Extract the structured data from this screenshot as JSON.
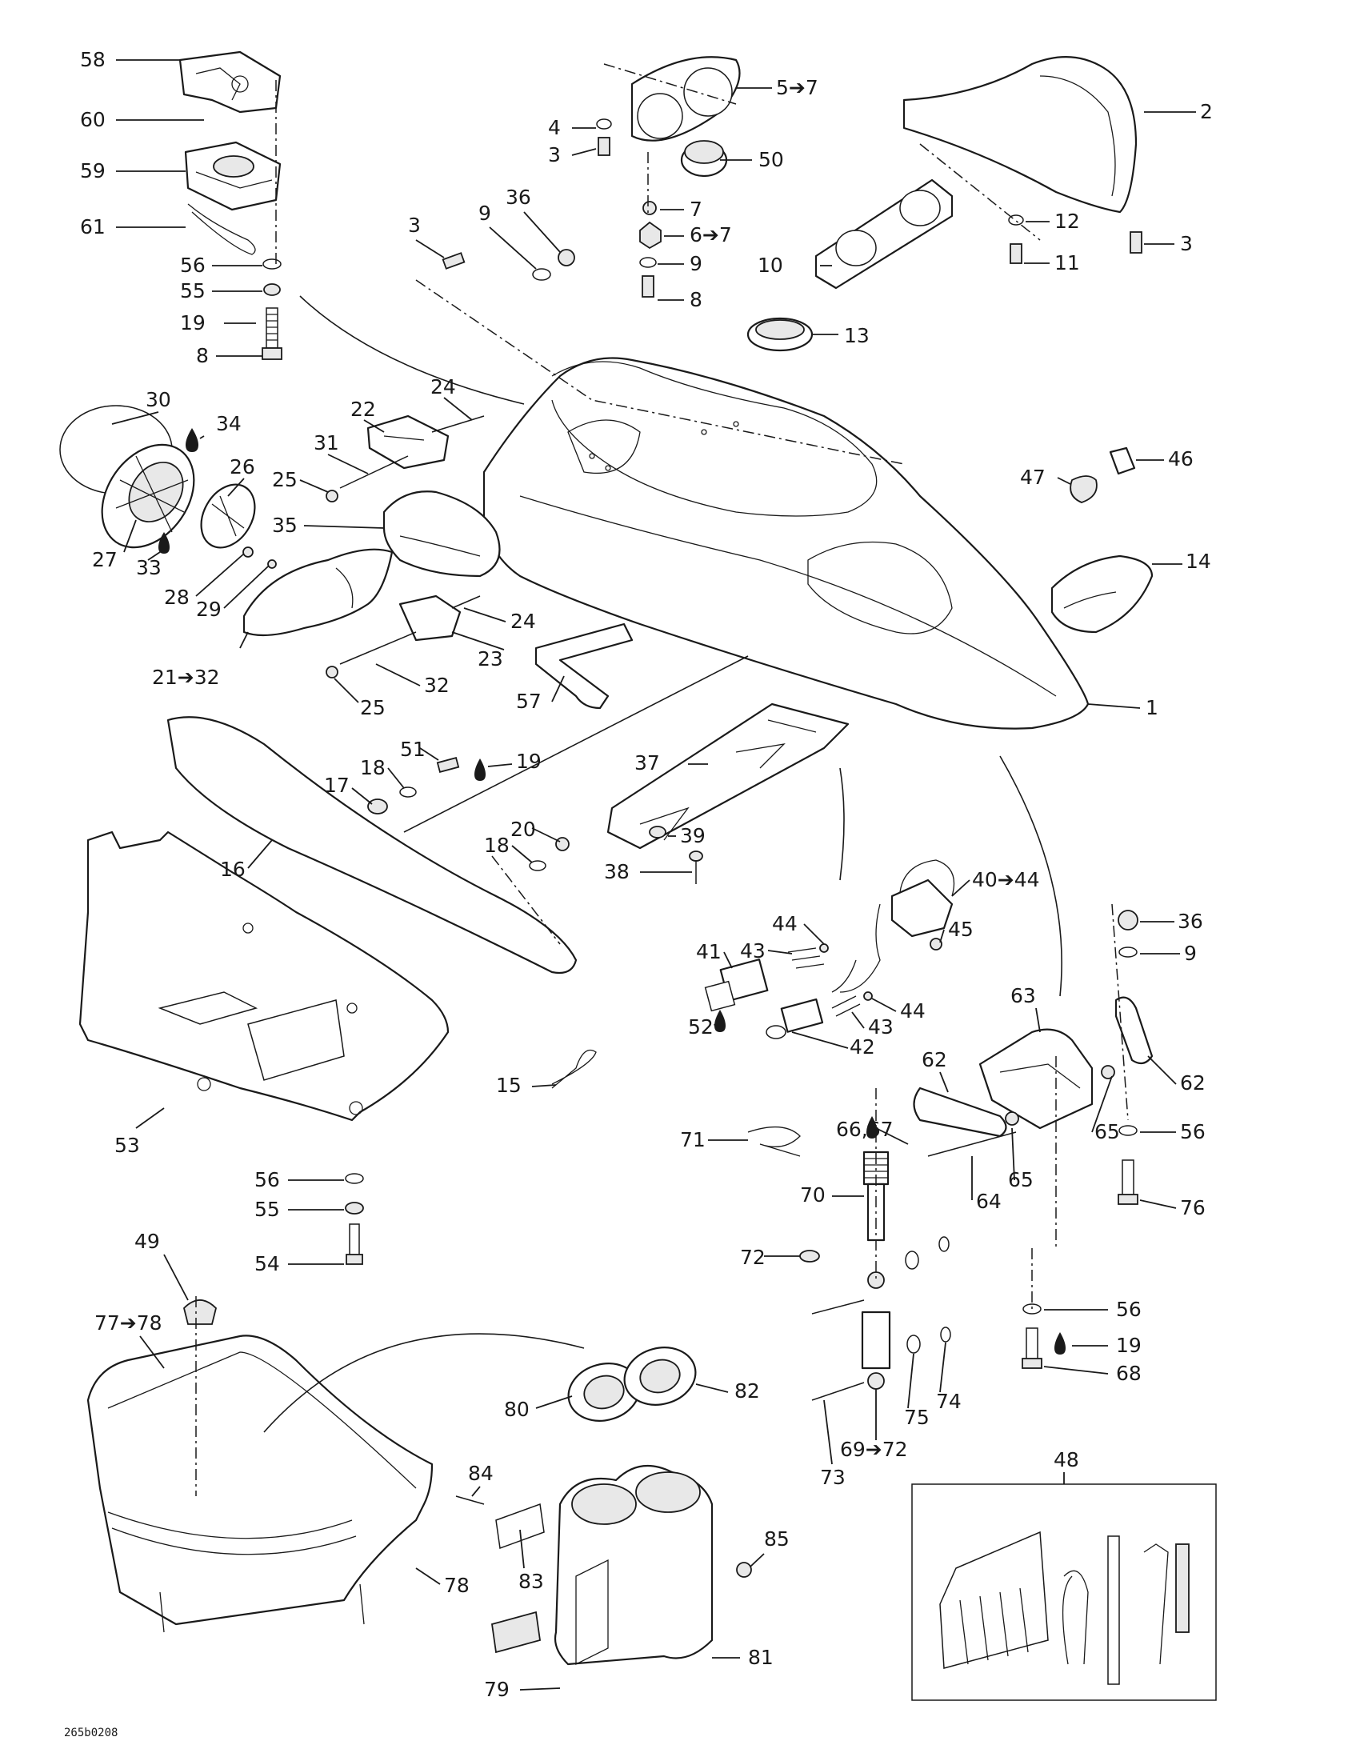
{
  "drawing_code": "265b0208",
  "callouts": [
    {
      "id": "c58",
      "text": "58"
    },
    {
      "id": "c60",
      "text": "60"
    },
    {
      "id": "c59",
      "text": "59"
    },
    {
      "id": "c61",
      "text": "61"
    },
    {
      "id": "c56a",
      "text": "56"
    },
    {
      "id": "c55a",
      "text": "55"
    },
    {
      "id": "c19a",
      "text": "19"
    },
    {
      "id": "c8a",
      "text": "8"
    },
    {
      "id": "c5to7",
      "text": "5➔7"
    },
    {
      "id": "c4",
      "text": "4"
    },
    {
      "id": "c3a",
      "text": "3"
    },
    {
      "id": "c50",
      "text": "50"
    },
    {
      "id": "c7",
      "text": "7"
    },
    {
      "id": "c6to7",
      "text": "6➔7"
    },
    {
      "id": "c9a",
      "text": "9"
    },
    {
      "id": "c8b",
      "text": "8"
    },
    {
      "id": "c10",
      "text": "10"
    },
    {
      "id": "c2",
      "text": "2"
    },
    {
      "id": "c12",
      "text": "12"
    },
    {
      "id": "c11",
      "text": "11"
    },
    {
      "id": "c3b",
      "text": "3"
    },
    {
      "id": "c3c",
      "text": "3"
    },
    {
      "id": "c9b",
      "text": "9"
    },
    {
      "id": "c36a",
      "text": "36"
    },
    {
      "id": "c13",
      "text": "13"
    },
    {
      "id": "c30",
      "text": "30"
    },
    {
      "id": "c34",
      "text": "34"
    },
    {
      "id": "c22",
      "text": "22"
    },
    {
      "id": "c24a",
      "text": "24"
    },
    {
      "id": "c31",
      "text": "31"
    },
    {
      "id": "c26",
      "text": "26"
    },
    {
      "id": "c25a",
      "text": "25"
    },
    {
      "id": "c35",
      "text": "35"
    },
    {
      "id": "c27",
      "text": "27"
    },
    {
      "id": "c33",
      "text": "33"
    },
    {
      "id": "c28",
      "text": "28"
    },
    {
      "id": "c29",
      "text": "29"
    },
    {
      "id": "c24b",
      "text": "24"
    },
    {
      "id": "c23",
      "text": "23"
    },
    {
      "id": "c21to32",
      "text": "21➔32"
    },
    {
      "id": "c32",
      "text": "32"
    },
    {
      "id": "c25b",
      "text": "25"
    },
    {
      "id": "c57",
      "text": "57"
    },
    {
      "id": "c1",
      "text": "1"
    },
    {
      "id": "c47",
      "text": "47"
    },
    {
      "id": "c46",
      "text": "46"
    },
    {
      "id": "c14",
      "text": "14"
    },
    {
      "id": "c37",
      "text": "37"
    },
    {
      "id": "c51",
      "text": "51"
    },
    {
      "id": "c18a",
      "text": "18"
    },
    {
      "id": "c19b",
      "text": "19"
    },
    {
      "id": "c17",
      "text": "17"
    },
    {
      "id": "c16",
      "text": "16"
    },
    {
      "id": "c20",
      "text": "20"
    },
    {
      "id": "c18b",
      "text": "18"
    },
    {
      "id": "c39",
      "text": "39"
    },
    {
      "id": "c38",
      "text": "38"
    },
    {
      "id": "c40to44",
      "text": "40➔44"
    },
    {
      "id": "c44a",
      "text": "44"
    },
    {
      "id": "c43a",
      "text": "43"
    },
    {
      "id": "c45",
      "text": "45"
    },
    {
      "id": "c41",
      "text": "41"
    },
    {
      "id": "c44b",
      "text": "44"
    },
    {
      "id": "c43b",
      "text": "43"
    },
    {
      "id": "c52",
      "text": "52"
    },
    {
      "id": "c42",
      "text": "42"
    },
    {
      "id": "c36b",
      "text": "36"
    },
    {
      "id": "c9c",
      "text": "9"
    },
    {
      "id": "c63",
      "text": "63"
    },
    {
      "id": "c62a",
      "text": "62"
    },
    {
      "id": "c62b",
      "text": "62"
    },
    {
      "id": "c15",
      "text": "15"
    },
    {
      "id": "c53",
      "text": "53"
    },
    {
      "id": "c66_67",
      "text": "66,67"
    },
    {
      "id": "c65a",
      "text": "65"
    },
    {
      "id": "c56b",
      "text": "56"
    },
    {
      "id": "c71",
      "text": "71"
    },
    {
      "id": "c64",
      "text": "64"
    },
    {
      "id": "c65b",
      "text": "65"
    },
    {
      "id": "c70",
      "text": "70"
    },
    {
      "id": "c76",
      "text": "76"
    },
    {
      "id": "c56c",
      "text": "56"
    },
    {
      "id": "c55b",
      "text": "55"
    },
    {
      "id": "c72",
      "text": "72"
    },
    {
      "id": "c54",
      "text": "54"
    },
    {
      "id": "c49",
      "text": "49"
    },
    {
      "id": "c77to78",
      "text": "77➔78"
    },
    {
      "id": "c56d",
      "text": "56"
    },
    {
      "id": "c19c",
      "text": "19"
    },
    {
      "id": "c68",
      "text": "68"
    },
    {
      "id": "c75",
      "text": "75"
    },
    {
      "id": "c74",
      "text": "74"
    },
    {
      "id": "c80",
      "text": "80"
    },
    {
      "id": "c82",
      "text": "82"
    },
    {
      "id": "c69to72",
      "text": "69➔72"
    },
    {
      "id": "c73",
      "text": "73"
    },
    {
      "id": "c48",
      "text": "48"
    },
    {
      "id": "c84",
      "text": "84"
    },
    {
      "id": "c85",
      "text": "85"
    },
    {
      "id": "c83",
      "text": "83"
    },
    {
      "id": "c78",
      "text": "78"
    },
    {
      "id": "c81",
      "text": "81"
    },
    {
      "id": "c79",
      "text": "79"
    }
  ]
}
